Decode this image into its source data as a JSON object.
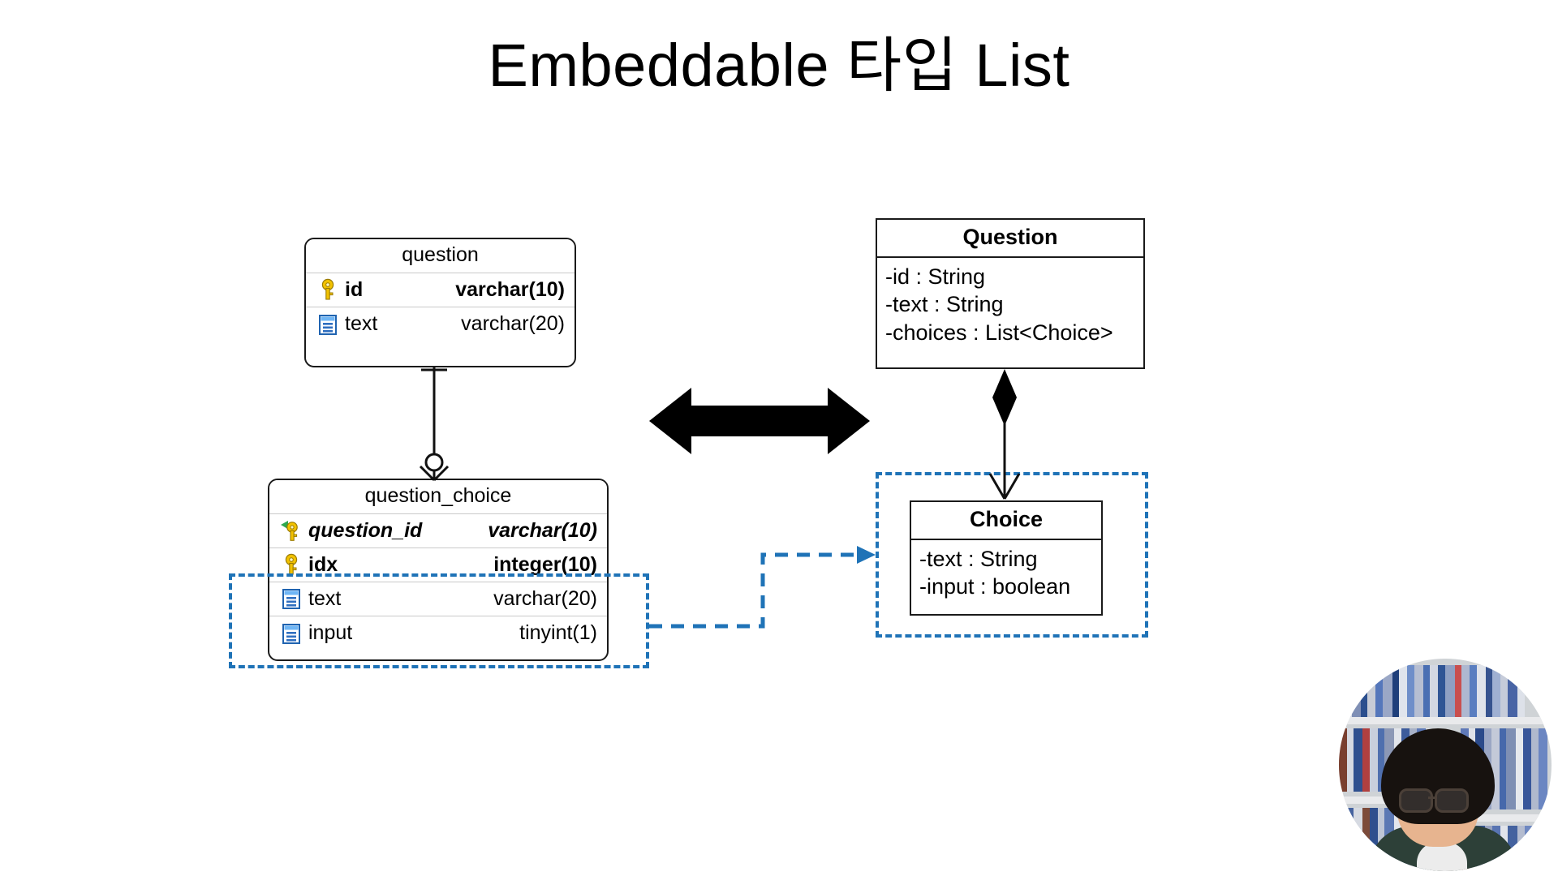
{
  "slide": {
    "title": "Embeddable 타입 List"
  },
  "er_diagram": {
    "tables": [
      {
        "name": "question",
        "columns": [
          {
            "icon": "primary-key-icon",
            "name": "id",
            "type": "varchar(10)",
            "style": "bold"
          },
          {
            "icon": "column-icon",
            "name": "text",
            "type": "varchar(20)",
            "style": "normal"
          }
        ]
      },
      {
        "name": "question_choice",
        "columns": [
          {
            "icon": "foreign-primary-key-icon",
            "name": "question_id",
            "type": "varchar(10)",
            "style": "bold-italic"
          },
          {
            "icon": "primary-key-icon",
            "name": "idx",
            "type": "integer(10)",
            "style": "bold"
          },
          {
            "icon": "column-icon",
            "name": "text",
            "type": "varchar(20)",
            "style": "normal"
          },
          {
            "icon": "column-icon",
            "name": "input",
            "type": "tinyint(1)",
            "style": "normal"
          }
        ]
      }
    ],
    "relationship": {
      "notation": "crows-foot-zero-or-many",
      "from": "question",
      "to": "question_choice"
    }
  },
  "uml_diagram": {
    "classes": [
      {
        "name": "Question",
        "attributes": [
          "-id : String",
          "-text : String",
          "-choices : List<Choice>"
        ]
      },
      {
        "name": "Choice",
        "attributes": [
          "-text : String",
          "-input : boolean"
        ]
      }
    ],
    "relationship": {
      "notation": "composition-with-navigable-arrow",
      "from": "Question",
      "to": "Choice"
    }
  },
  "annotations": {
    "mapping_arrow": "double-headed-arrow",
    "highlight_color": "#1f73b7",
    "highlight_link": "dashed-arrow-question_choice-to-Choice"
  },
  "webcam": {
    "label": "presenter-webcam"
  }
}
